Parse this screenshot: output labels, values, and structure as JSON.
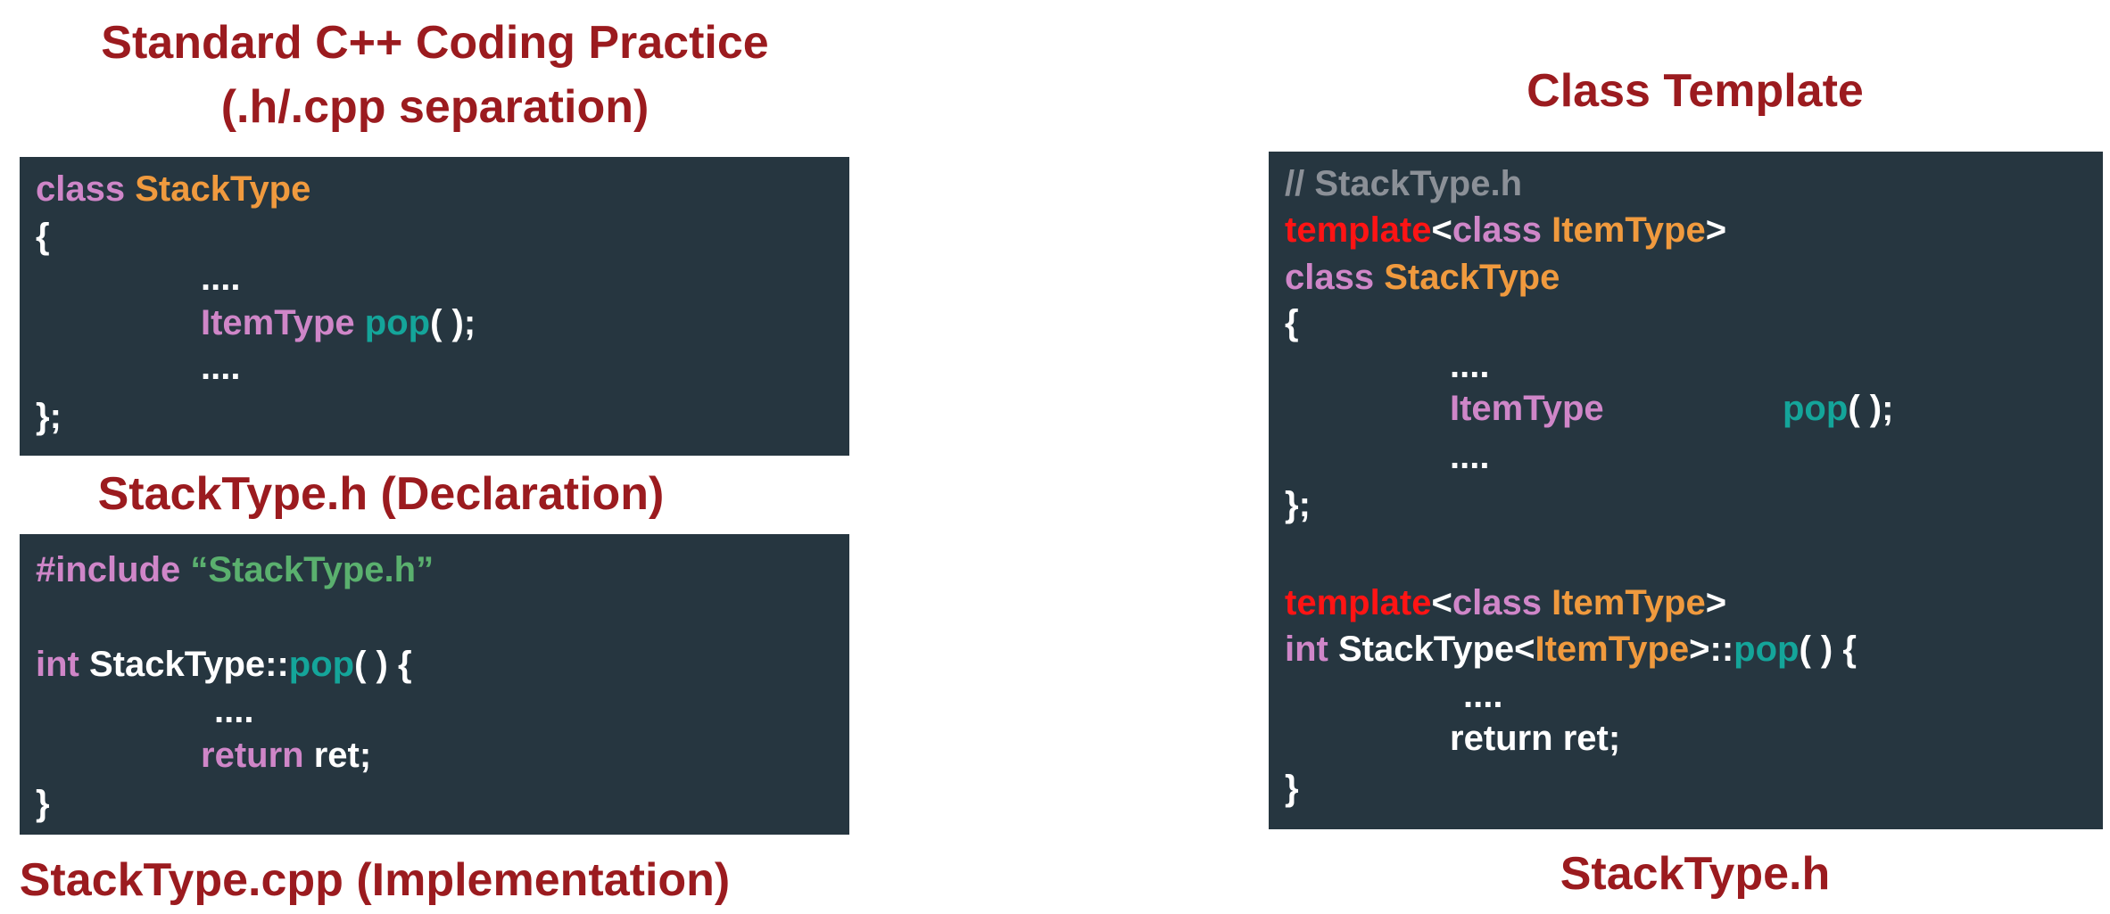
{
  "left_panel": {
    "title_line1": "Standard C++ Coding Practice",
    "title_line2": "(.h/.cpp separation)",
    "header_caption": "StackType.h (Declaration)",
    "cpp_caption": "StackType.cpp (Implementation)",
    "header_code": {
      "l1_kw": "class",
      "l1_type": "StackType",
      "l2": "{",
      "l3": "....",
      "l4_type": "ItemType",
      "l4_fn": "pop",
      "l4_rest": "( );",
      "l5": "....",
      "l6": "};"
    },
    "cpp_code": {
      "l1_directive": "#include",
      "l1_string": "“StackType.h”",
      "l2_kw": "int",
      "l2_scope": "StackType::",
      "l2_fn": "pop",
      "l2_rest": "( ) {",
      "l3": "....",
      "l4_kw": "return",
      "l4_rest": "ret;",
      "l5": "}"
    }
  },
  "right_panel": {
    "title": "Class Template",
    "caption": "StackType.h",
    "code": {
      "l1_comment": "// StackType.h",
      "l2_template": "template",
      "l2_open": "<",
      "l2_kw": "class",
      "l2_type": "ItemType",
      "l2_close": ">",
      "l3_kw": "class",
      "l3_type": "StackType",
      "l4": "{",
      "l5": "....",
      "l6_type": "ItemType",
      "l6_fn": "pop",
      "l6_rest": "( );",
      "l7": "....",
      "l8": "};",
      "l9_template": "template",
      "l9_open": "<",
      "l9_kw": "class",
      "l9_type": "ItemType",
      "l9_close": ">",
      "l10_kw": "int",
      "l10_name": "StackType",
      "l10_open": "<",
      "l10_type": "ItemType",
      "l10_close": ">::",
      "l10_fn": "pop",
      "l10_rest": "( ) {",
      "l11": "....",
      "l12_kw": "return",
      "l12_rest": "ret;",
      "l13": "}"
    }
  },
  "colors": {
    "heading": "#9b1b1f",
    "code_background": "#263640",
    "keyword": "#cf86c8",
    "type": "#f09a3e",
    "function": "#14a59a",
    "string": "#5ab06e",
    "comment": "#8b9097",
    "template_keyword": "#ff1414",
    "plain": "#ffffff"
  }
}
